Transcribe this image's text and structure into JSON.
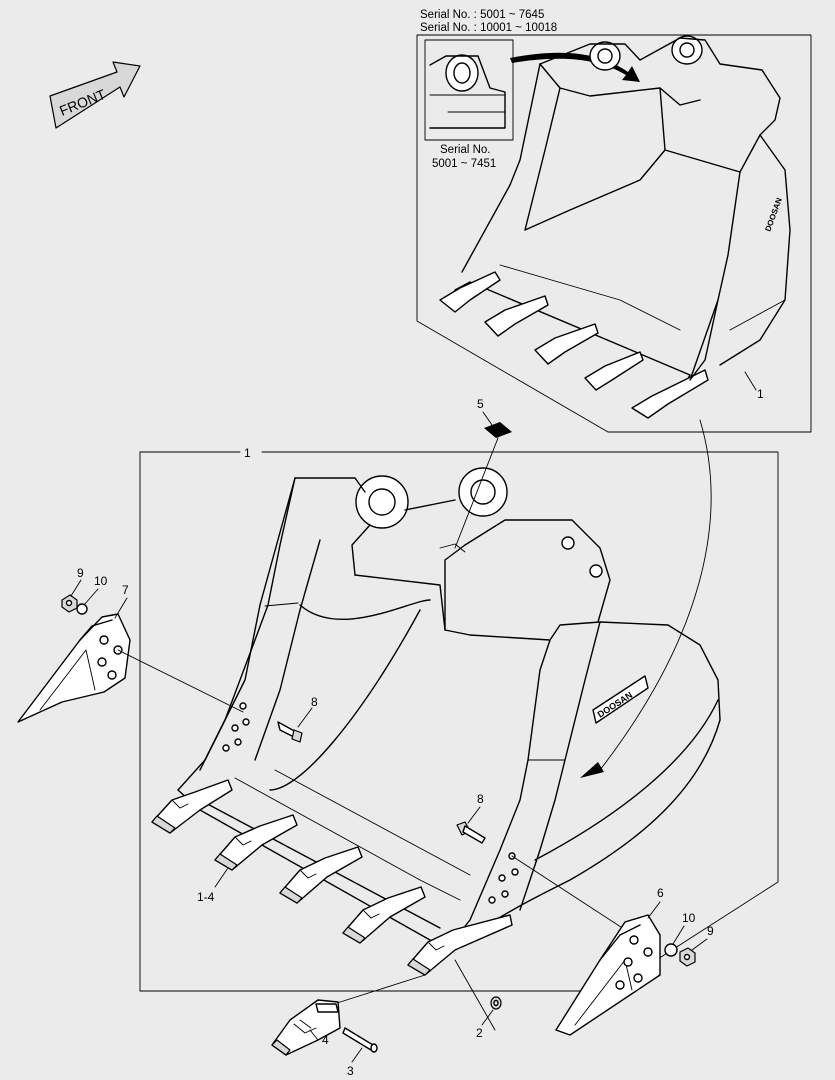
{
  "serial_header": {
    "line1": "Serial No. : 5001 ~ 7645",
    "line2": "Serial No. : 10001 ~ 10018"
  },
  "inset_caption": {
    "line1": "Serial No.",
    "line2": "5001 ~ 7451"
  },
  "front_arrow_label": "FRONT",
  "brand_plate_text": "DOOSAN",
  "callouts": {
    "inset_bucket": "1",
    "main_bucket": "1",
    "pin_washer": "2",
    "tooth_pin": "3",
    "tooth_point": "4",
    "decal": "5",
    "side_cutter_right": "6",
    "side_cutter_left": "7",
    "bolt_left": "8",
    "bolt_right": "8",
    "nut_left": "9",
    "washer_left": "10",
    "washer_right": "10",
    "nut_right": "9",
    "tooth_adapter": "1-4"
  },
  "colors": {
    "background": "#ebebeb",
    "line": "#000000",
    "fill": "#ffffff"
  }
}
